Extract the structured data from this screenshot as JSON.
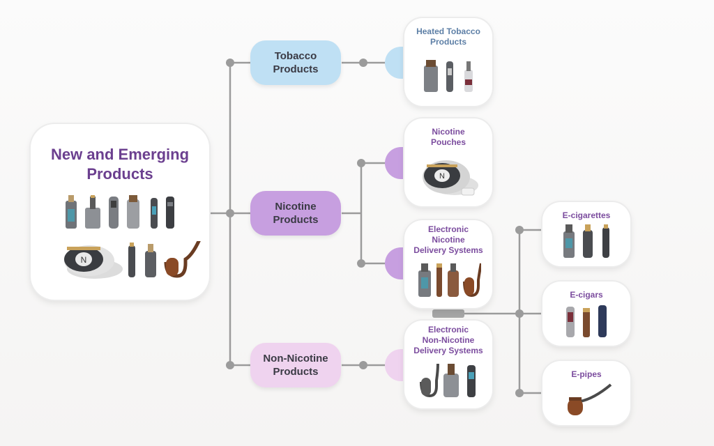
{
  "root": {
    "title": "New and Emerging\nProducts"
  },
  "categories": [
    {
      "label": "Tobacco\nProducts",
      "color": "#bfe0f4"
    },
    {
      "label": "Nicotine\nProducts",
      "color": "#c79fe0"
    },
    {
      "label": "Non-Nicotine\nProducts",
      "color": "#efd3ef"
    }
  ],
  "products": [
    {
      "label": "Heated Tobacco\nProducts",
      "color": "#5d7fa6",
      "tab_color": "#bfe0f4"
    },
    {
      "label": "Nicotine\nPouches",
      "color": "#7b4c9e",
      "tab_color": "#c79fe0"
    },
    {
      "label": "Electronic\nNicotine\nDelivery Systems",
      "color": "#7b4c9e",
      "tab_color": "#c79fe0"
    },
    {
      "label": "Electronic\nNon-Nicotine\nDelivery Systems",
      "color": "#7b4c9e",
      "tab_color": "#efd3ef"
    }
  ],
  "subtypes": [
    {
      "label": "E-cigarettes",
      "color": "#7b4c9e"
    },
    {
      "label": "E-cigars",
      "color": "#7b4c9e"
    },
    {
      "label": "E-pipes",
      "color": "#7b4c9e"
    }
  ],
  "icons": {
    "root": [
      "vape-mod-icon",
      "vape-pod-icon",
      "vape-pen-icon",
      "heated-device-icon",
      "vape-pen-icon",
      "slim-vape-icon",
      "nicotine-pouch-tin-icon",
      "vape-pen-icon",
      "vape-pod-icon",
      "pipe-icon"
    ],
    "heated_tobacco": [
      "heated-device-icon",
      "vape-pen-icon",
      "vape-bottle-icon"
    ],
    "nicotine_pouches": [
      "nicotine-pouch-tin-icon"
    ],
    "ends": [
      "vape-mod-icon",
      "e-cigar-icon",
      "vape-pod-icon",
      "pipe-icon"
    ],
    "non_nicotine": [
      "pipe-icon",
      "vape-mod-icon",
      "vape-pen-icon"
    ],
    "e_cigarettes": [
      "vape-mod-icon",
      "vape-pod-icon",
      "vape-pen-icon"
    ],
    "e_cigars": [
      "vape-pen-icon",
      "e-cigar-icon",
      "slim-vape-icon"
    ],
    "e_pipes": [
      "pipe-icon"
    ]
  },
  "line_color": "#9b9b9b"
}
